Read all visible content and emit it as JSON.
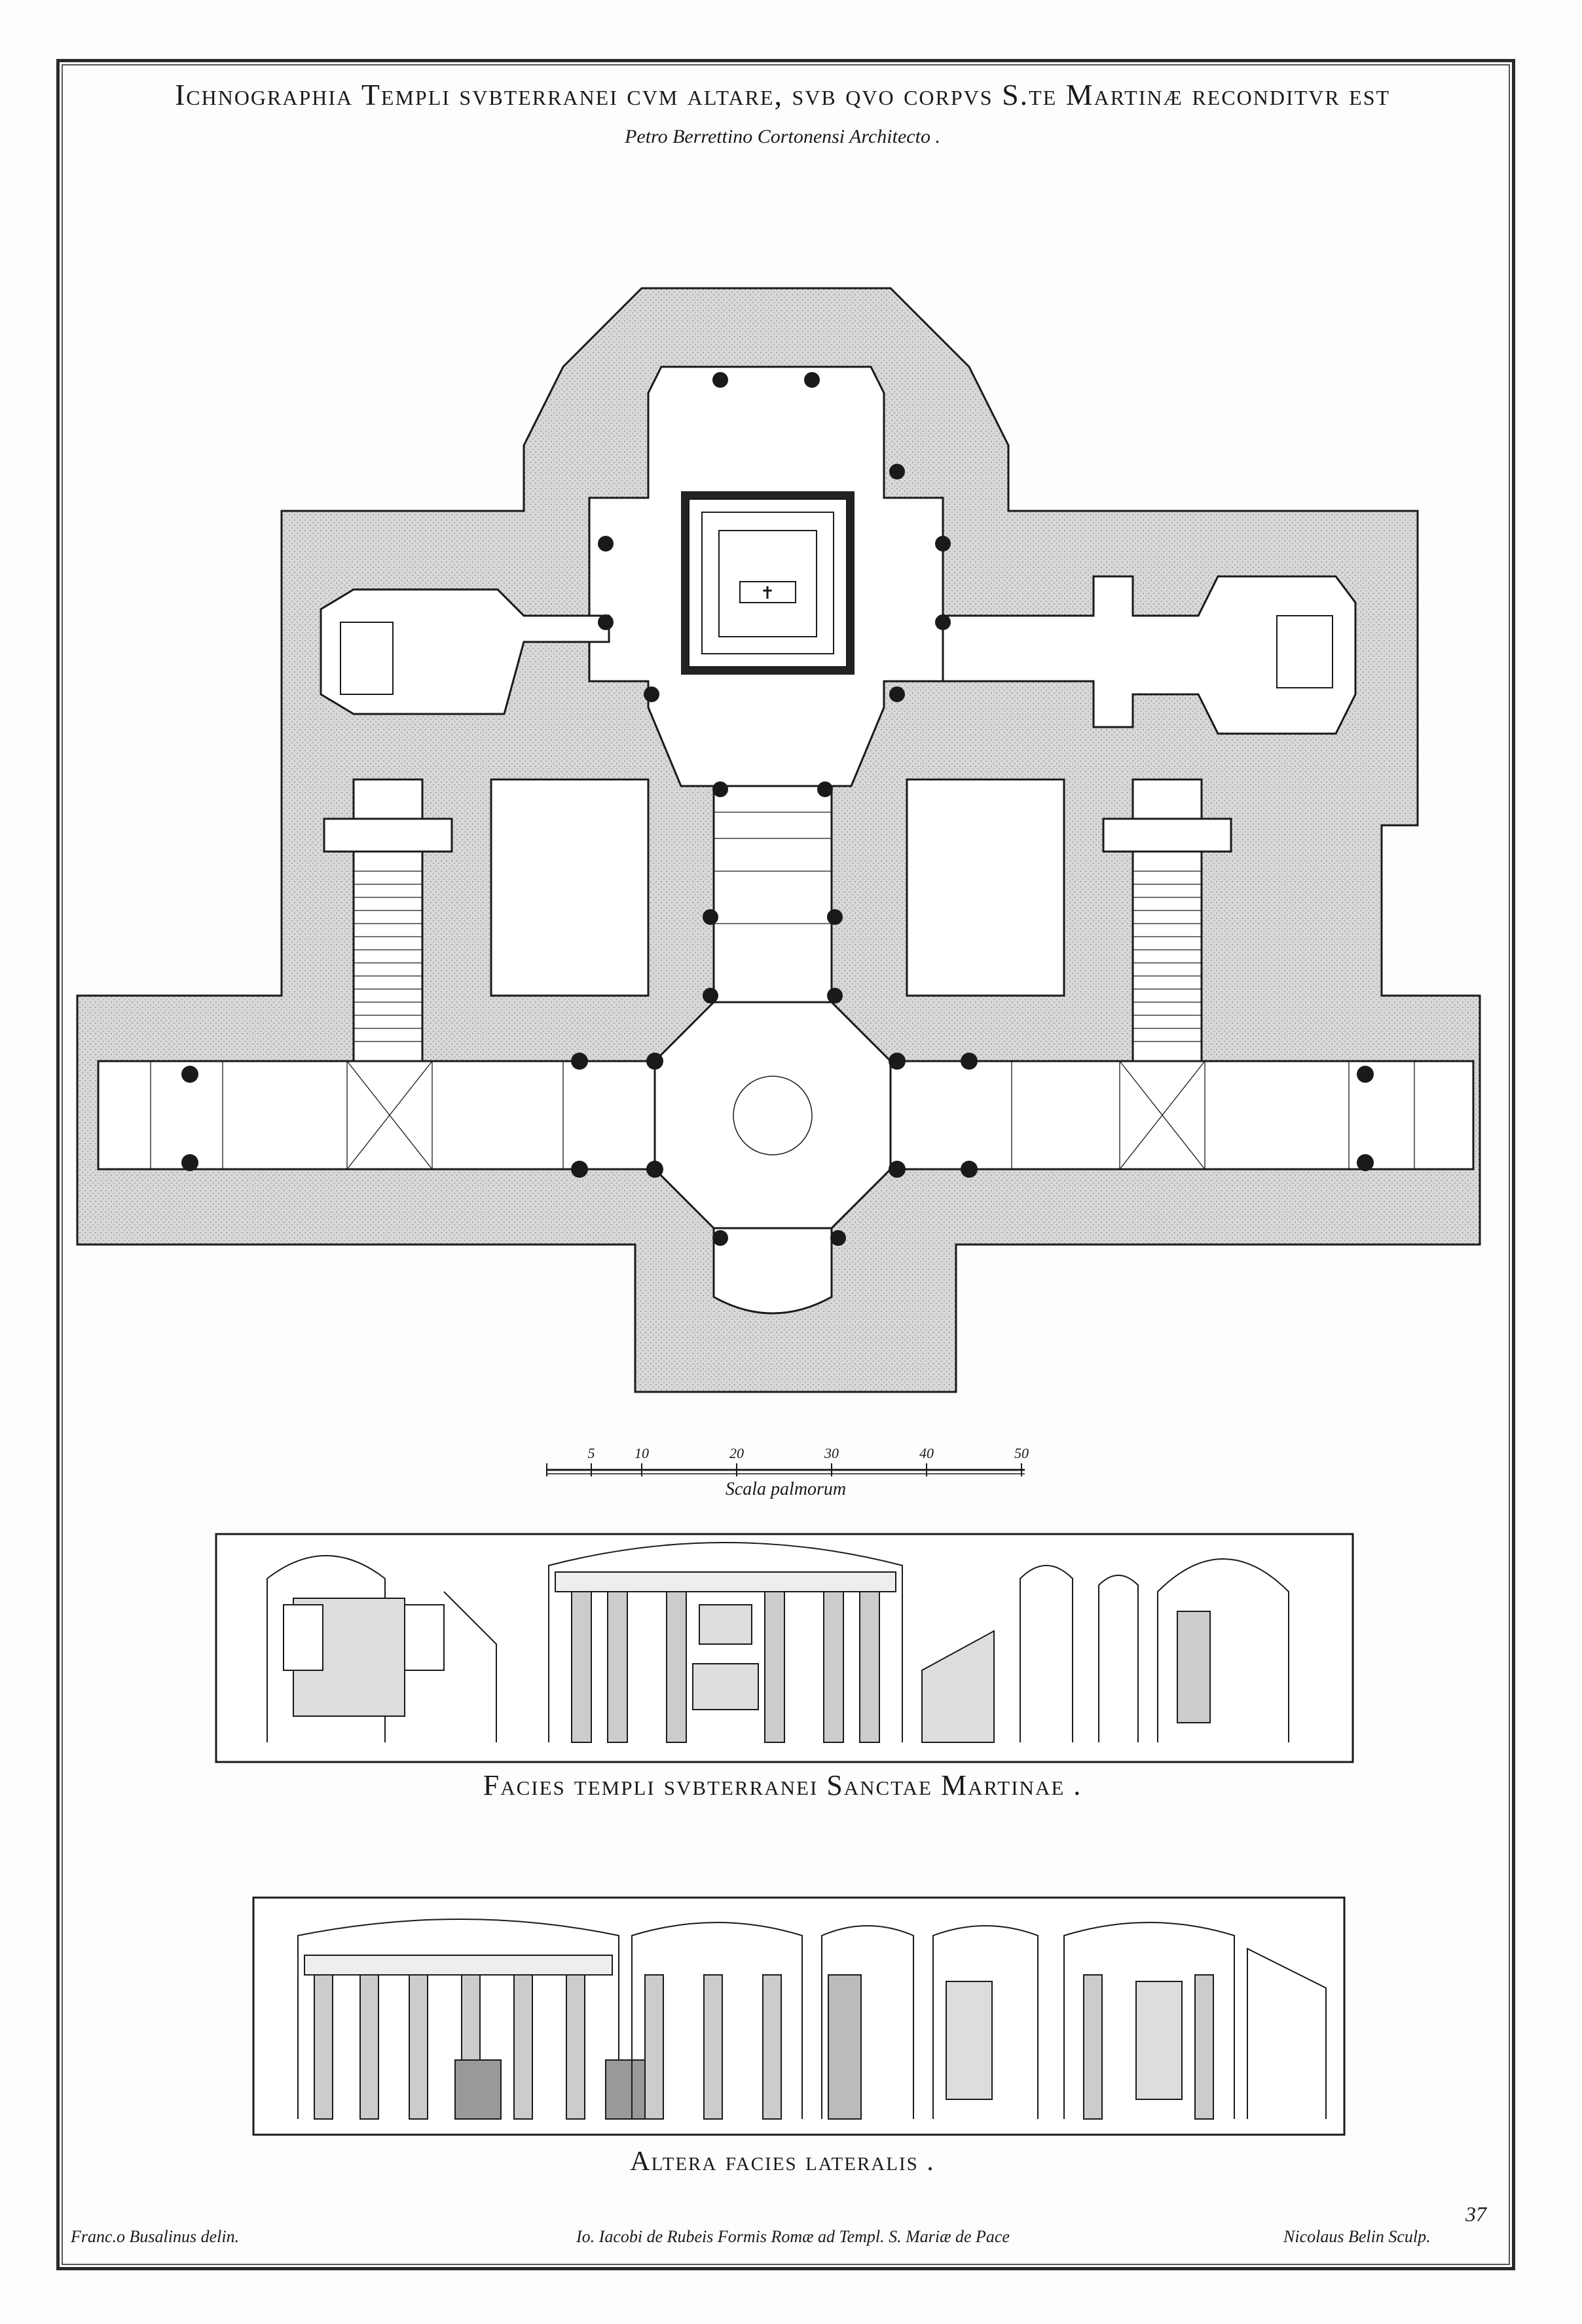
{
  "plate": {
    "title": "Ichnographia Templi svbterranei cvm altare, svb qvo corpvs S.te Martinæ reconditvr est",
    "subtitle": "Petro Berrettino Cortonensi Architecto .",
    "plate_number": "37"
  },
  "scale": {
    "ticks": [
      "5",
      "10",
      "20",
      "30",
      "40",
      "50"
    ],
    "label": "Scala palmorum"
  },
  "elevations": {
    "front_caption": "Facies templi svbterranei Sanctae Martinae .",
    "side_caption": "Altera facies lateralis ."
  },
  "credits": {
    "draftsman": "Franc.o Busalinus delin.",
    "publisher": "Io. Iacobi de Rubeis Formis Romæ ad Templ. S. Mariæ de Pace",
    "engraver": "Nicolaus Belin Sculp."
  },
  "colors": {
    "ink": "#1a1a1a",
    "wall_fill": "#d8d8d8",
    "paper": "#fdfdfd"
  }
}
